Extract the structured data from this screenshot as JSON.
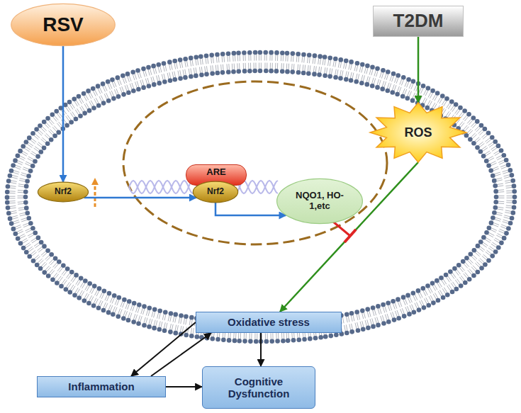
{
  "diagram": {
    "nodes": [
      {
        "text": [
          "RSV"
        ]
      },
      {
        "text": [
          "T2DM"
        ]
      },
      {
        "text": [
          "Nrf2"
        ]
      },
      {
        "text": [
          "ARE"
        ]
      },
      {
        "text": [
          "Nrf2"
        ]
      },
      {
        "text": [
          "NQO1, HO-1,etc"
        ]
      },
      {
        "text": [
          "ROS"
        ]
      },
      {
        "text": [
          "Oxidative stress"
        ]
      },
      {
        "text": [
          "Inflammation"
        ]
      },
      {
        "text": [
          "Cognitive Dysfunction"
        ]
      }
    ],
    "edges": [
      {
        "from": 0,
        "to": 2,
        "arrow": "to"
      },
      {
        "from": 2,
        "to": 4,
        "arrow": "to"
      },
      {
        "from": 4,
        "to": 5,
        "arrow": "to"
      },
      {
        "from": 1,
        "to": 6,
        "arrow": "to"
      },
      {
        "from": 6,
        "to": 7,
        "arrow": "to"
      },
      {
        "from": 7,
        "to": 8,
        "arrow": "to"
      },
      {
        "from": 8,
        "to": 7,
        "arrow": "to"
      },
      {
        "from": 7,
        "to": 9,
        "arrow": "to"
      },
      {
        "from": 8,
        "to": 9,
        "arrow": "to"
      }
    ]
  }
}
